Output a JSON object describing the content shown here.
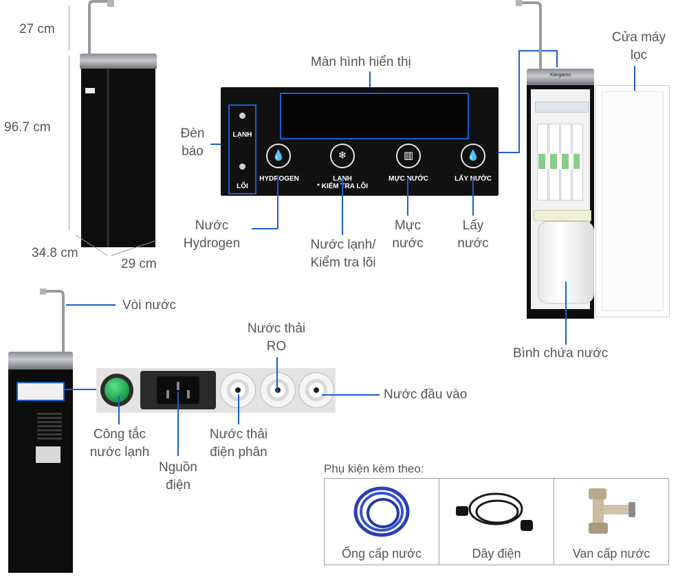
{
  "dimensions": {
    "faucet_height": "27 cm",
    "body_height": "96.7 cm",
    "depth": "34.8 cm",
    "width": "29 cm"
  },
  "control_panel": {
    "indicator_title": "Đèn báo",
    "indicator_cold": "LẠNH",
    "indicator_core": "LÕI",
    "display_label": "Màn hình hiển thị",
    "buttons": [
      {
        "panel_text": "HYDROGEN",
        "icon": "droplet-h2-icon",
        "callout": "Nước Hydrogen"
      },
      {
        "panel_text": "LẠNH",
        "panel_sub": "* KIỂM TRA LÕI",
        "icon": "snowflake-icon",
        "callout": "Nước lạnh/ Kiểm tra lõi"
      },
      {
        "panel_text": "MỰC NƯỚC",
        "icon": "cup-level-icon",
        "callout": "Mực nước"
      },
      {
        "panel_text": "LẤY NƯỚC",
        "icon": "tap-water-icon",
        "callout": "Lấy nước"
      }
    ]
  },
  "open_unit": {
    "door_label": "Cửa máy lọc",
    "tank_label": "Bình chứa nước",
    "brand": "Kangaroo"
  },
  "rear": {
    "faucet_label": "Vòi nước",
    "switch_label": "Công tắc nước lạnh",
    "power_label": "Nguồn điện",
    "electrolysis_waste_label": "Nước thải điện phân",
    "ro_waste_label": "Nước thải RO",
    "inlet_label": "Nước đầu vào"
  },
  "accessories": {
    "title": "Phụ kiện kèm theo:",
    "items": [
      {
        "name": "Ống cấp nước",
        "icon": "blue-hose-icon"
      },
      {
        "name": "Dây điện",
        "icon": "power-cord-icon"
      },
      {
        "name": "Van cấp nước",
        "icon": "valve-icon"
      }
    ]
  },
  "colors": {
    "callout_line": "#1a5fd0",
    "label_text": "#555555",
    "cabinet": "#0d0d0d"
  }
}
